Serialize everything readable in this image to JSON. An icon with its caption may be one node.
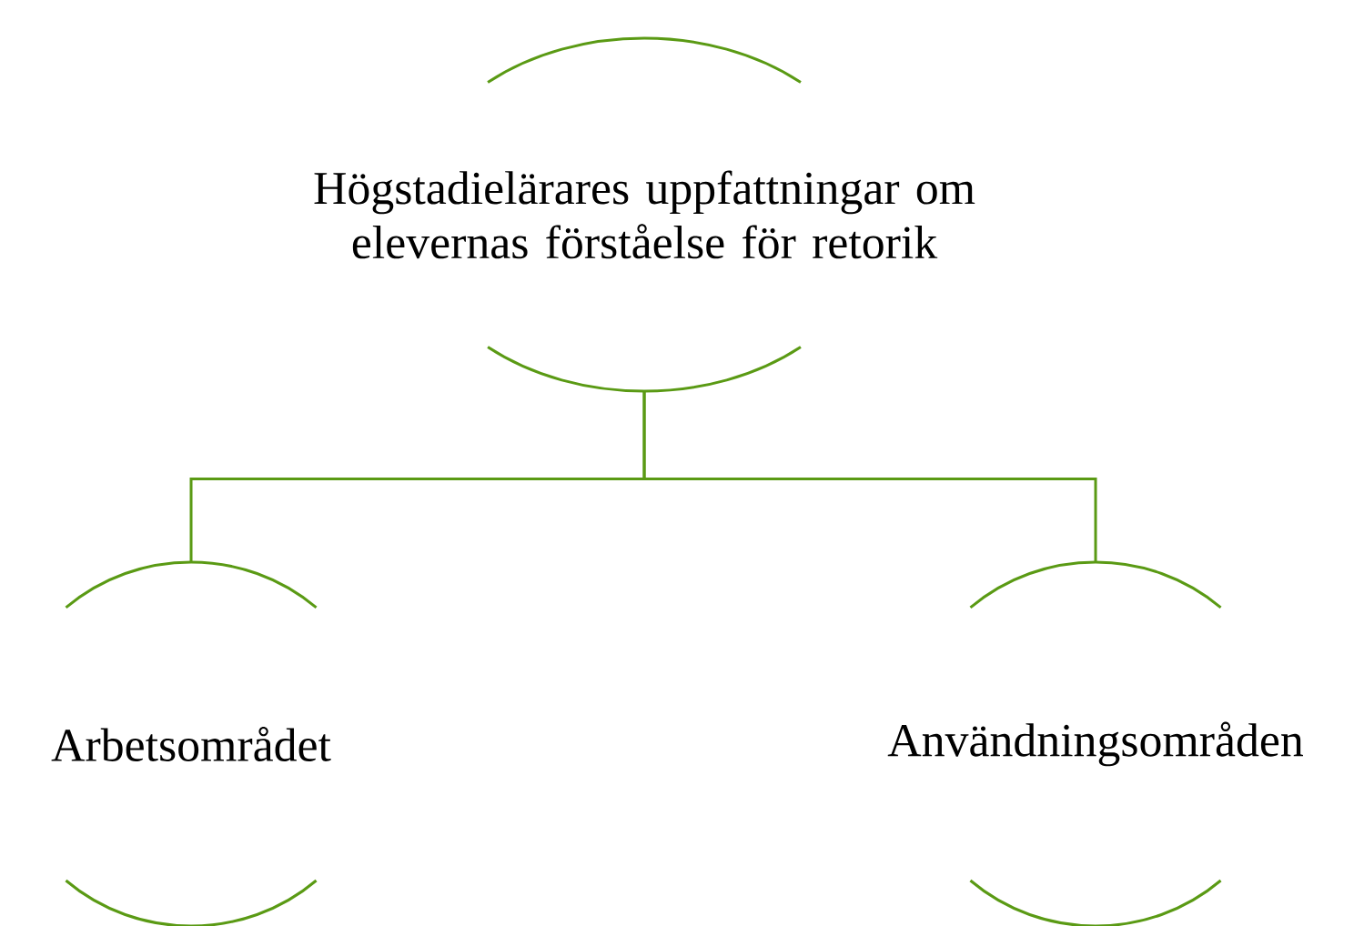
{
  "diagram": {
    "nodes": [
      {
        "text": [
          "Högstadielärares uppfattningar om elevernas förståelse för retorik"
        ]
      },
      {
        "text": [
          "Arbetsområdet"
        ]
      },
      {
        "text": [
          "Användningsområden"
        ]
      }
    ],
    "edges": [
      {
        "from": 0,
        "to": 1,
        "arrow": "none"
      },
      {
        "from": 0,
        "to": 2,
        "arrow": "none"
      }
    ]
  }
}
